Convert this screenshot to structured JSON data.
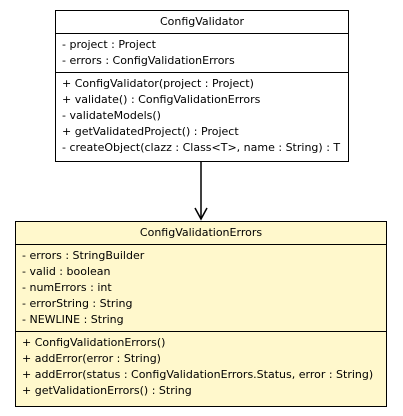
{
  "classes": [
    {
      "name": "ConfigValidator",
      "attributes": [
        "- project : Project",
        "- errors : ConfigValidationErrors"
      ],
      "operations": [
        "+ ConfigValidator(project : Project)",
        "+ validate() : ConfigValidationErrors",
        "- validateModels()",
        "+ getValidatedProject() : Project",
        "- createObject(clazz : Class<T>, name : String) : T"
      ]
    },
    {
      "name": "ConfigValidationErrors",
      "attributes": [
        "- errors : StringBuilder",
        "- valid : boolean",
        "- numErrors : int",
        "- errorString : String",
        "- NEWLINE : String"
      ],
      "operations": [
        "+ ConfigValidationErrors()",
        "+ addError(error : String)",
        "+ addError(status : ConfigValidationErrors.Status, error : String)",
        "+ getValidationErrors() : String"
      ]
    }
  ],
  "relations": [
    {
      "from": "ConfigValidator",
      "to": "ConfigValidationErrors",
      "kind": "navigable-association"
    }
  ],
  "colors": {
    "first_class_fill": "#ffffff",
    "second_class_fill": "#fff8cc",
    "border": "#000000"
  }
}
